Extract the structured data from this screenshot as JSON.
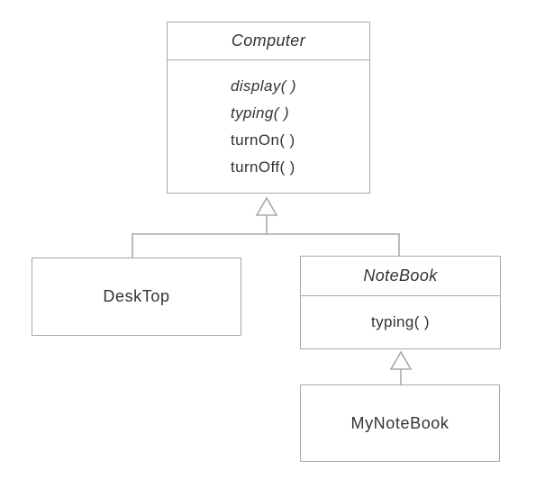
{
  "diagram": {
    "kind": "uml-class-diagram",
    "classes": {
      "computer": {
        "name": "Computer",
        "abstract": true,
        "methods": [
          {
            "label": "display( )",
            "abstract": true
          },
          {
            "label": "typing( )",
            "abstract": true
          },
          {
            "label": "turnOn( )",
            "abstract": false
          },
          {
            "label": "turnOff( )",
            "abstract": false
          }
        ]
      },
      "desktop": {
        "name": "DeskTop",
        "abstract": false,
        "methods": []
      },
      "notebook": {
        "name": "NoteBook",
        "abstract": true,
        "methods": [
          {
            "label": "typing( )",
            "abstract": false
          }
        ]
      },
      "mynotebook": {
        "name": "MyNoteBook",
        "abstract": false,
        "methods": []
      }
    },
    "relations": [
      {
        "from": "DeskTop",
        "to": "Computer",
        "type": "generalization"
      },
      {
        "from": "NoteBook",
        "to": "Computer",
        "type": "generalization"
      },
      {
        "from": "MyNoteBook",
        "to": "NoteBook",
        "type": "generalization"
      }
    ],
    "colors": {
      "line": "#a8a8b0",
      "text": "#333333",
      "background": "#ffffff"
    }
  }
}
